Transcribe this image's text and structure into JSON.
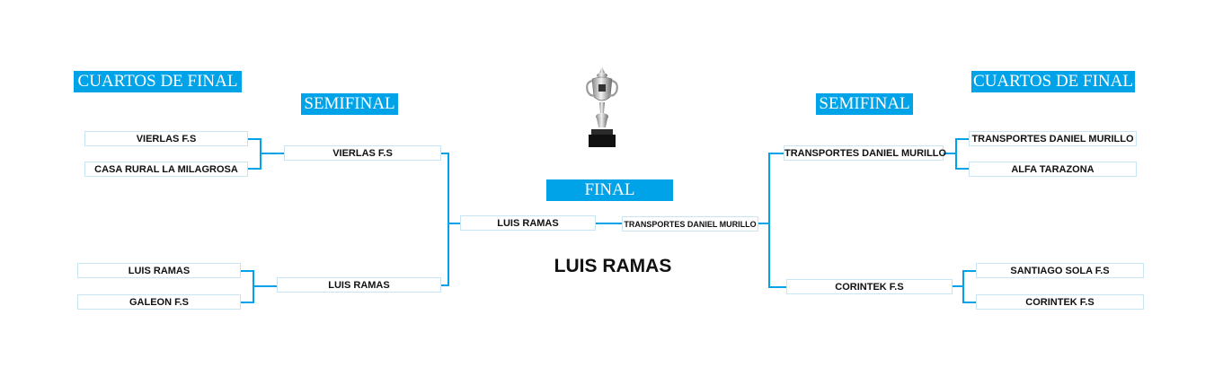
{
  "headers": {
    "left_quarter": "CUARTOS DE FINAL",
    "left_semi": "SEMIFINAL",
    "final": "FINAL",
    "right_semi": "SEMIFINAL",
    "right_quarter": "CUARTOS DE FINAL"
  },
  "left_quarterfinals": [
    "VIERLAS F.S",
    "CASA RURAL LA MILAGROSA",
    "LUIS RAMAS",
    "GALEON F.S"
  ],
  "left_semifinals": [
    "VIERLAS F.S",
    "LUIS RAMAS"
  ],
  "final": {
    "left": "LUIS RAMAS",
    "right": "TRANSPORTES DANIEL MURILLO"
  },
  "champion": "LUIS RAMAS",
  "right_semifinals": [
    "TRANSPORTES DANIEL MURILLO",
    "CORINTEK F.S"
  ],
  "right_quarterfinals": [
    "TRANSPORTES DANIEL MURILLO",
    "ALFA TARAZONA",
    "SANTIAGO SOLA F.S",
    "CORINTEK F.S"
  ],
  "colors": {
    "accent": "#00a3e8",
    "box_border": "#c9e4f2",
    "text": "#111111"
  },
  "icons": {
    "trophy": "trophy-icon"
  }
}
